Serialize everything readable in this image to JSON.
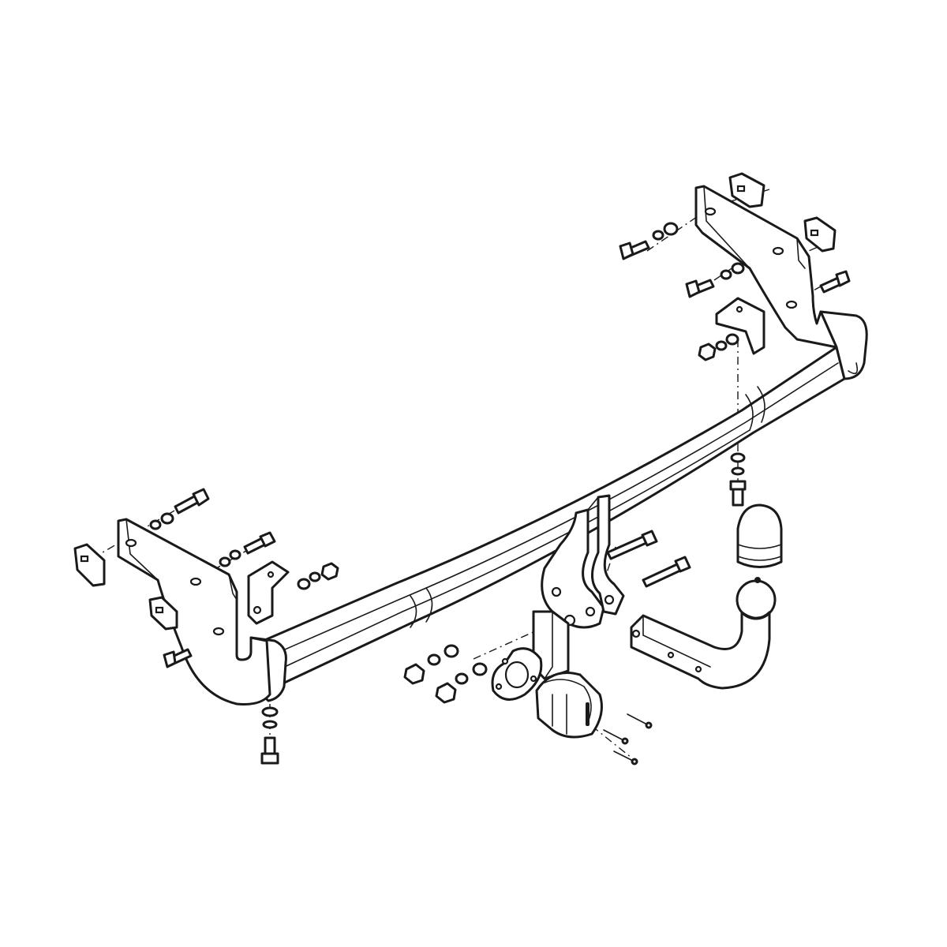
{
  "diagram": {
    "background": "#ffffff",
    "line_color": "#1a1a1a",
    "parts": [
      "main-crossbar",
      "left-side-bracket",
      "right-side-bracket",
      "center-mount-bracket",
      "tow-ball-neck",
      "tow-ball-cap",
      "electrical-socket",
      "socket-plate",
      "mounting-clips",
      "bolts",
      "washers",
      "nuts"
    ]
  }
}
